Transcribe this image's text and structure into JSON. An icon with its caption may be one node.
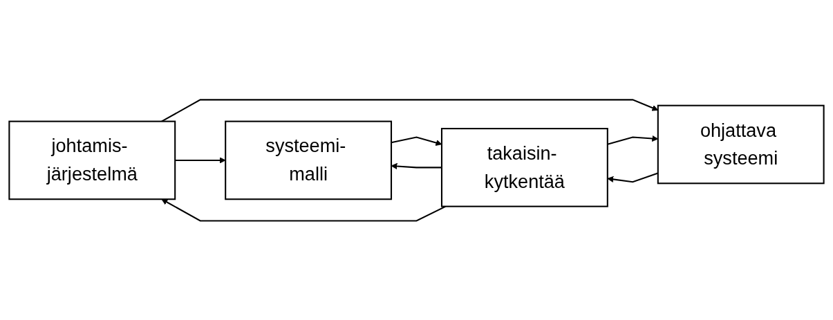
{
  "diagram": {
    "nodes": [
      {
        "text": [
          "johtamis- järjestelmä"
        ]
      },
      {
        "text": [
          "systeemi- malli"
        ]
      },
      {
        "text": [
          "ohjattava systeemi"
        ]
      },
      {
        "text": [
          "takaisin- kytkentää"
        ]
      }
    ],
    "edges": [
      {
        "from": 0,
        "to": 1,
        "arrow": "to"
      },
      {
        "from": 0,
        "to": 2,
        "arrow": "to"
      },
      {
        "from": 1,
        "to": 3,
        "arrow": "to"
      },
      {
        "from": 2,
        "to": 3,
        "arrow": "to"
      },
      {
        "from": 3,
        "to": 1,
        "arrow": "to"
      },
      {
        "from": 3,
        "to": 2,
        "arrow": "to"
      },
      {
        "from": 3,
        "to": 0,
        "arrow": "to"
      }
    ]
  }
}
